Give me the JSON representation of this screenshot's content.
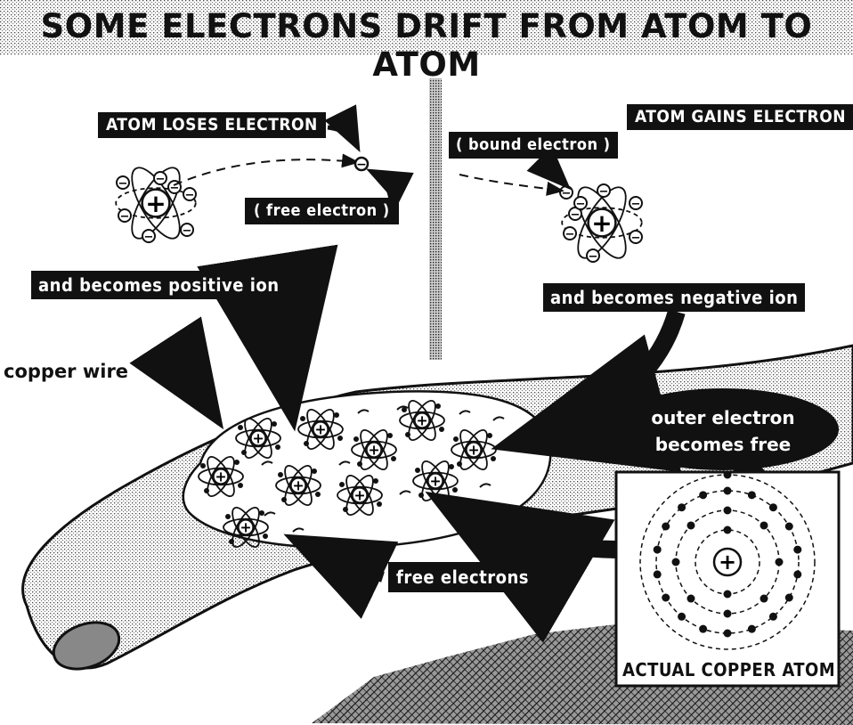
{
  "title": "SOME ELECTRONS DRIFT FROM ATOM TO ATOM",
  "labels": {
    "atom_loses": "ATOM LOSES ELECTRON",
    "atom_gains": "ATOM GAINS ELECTRON",
    "free_electron": "( free electron )",
    "bound_electron": "( bound electron )",
    "positive_ion": "and becomes positive ion",
    "negative_ion": "and becomes negative ion",
    "copper_wire": "copper wire",
    "outer_electron_line1": "outer electron",
    "outer_electron_line2": "becomes free",
    "free_electrons": "free electrons",
    "actual_copper_atom": "ACTUAL COPPER ATOM"
  },
  "symbols": {
    "plus": "+",
    "minus": "−"
  },
  "colors": {
    "ink": "#111111",
    "paper": "#ffffff",
    "stipple": "#cccccc"
  }
}
